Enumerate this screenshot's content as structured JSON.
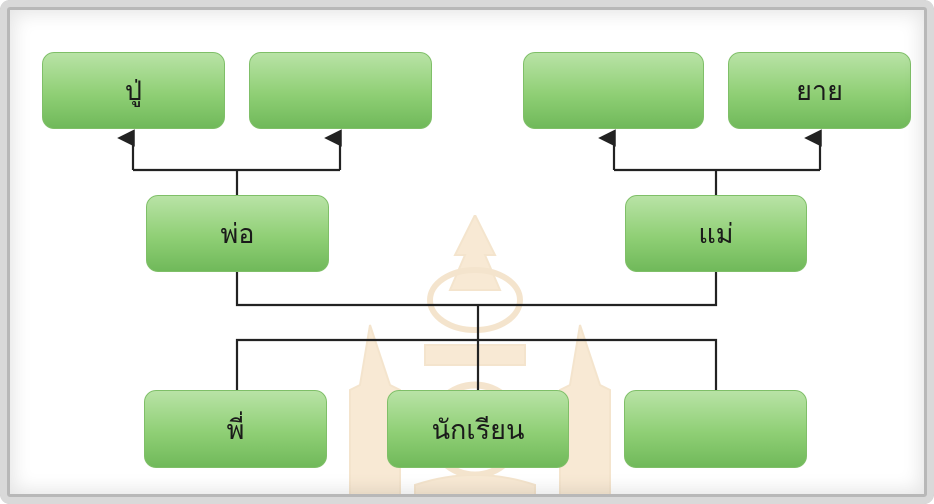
{
  "diagram": {
    "grandfather_paternal": "ปู่",
    "grandmother_paternal": "",
    "grandfather_maternal": "",
    "grandmother_maternal": "ยาย",
    "father": "พ่อ",
    "mother": "แม่",
    "elder_sibling": "พี่",
    "student": "นักเรียน",
    "younger_sibling": ""
  },
  "colors": {
    "box_top": "#b9e3a6",
    "box_bottom": "#70b95a",
    "line": "#222222",
    "watermark": "#e0a040"
  },
  "watermark": {
    "icon": "university-emblem-icon"
  }
}
